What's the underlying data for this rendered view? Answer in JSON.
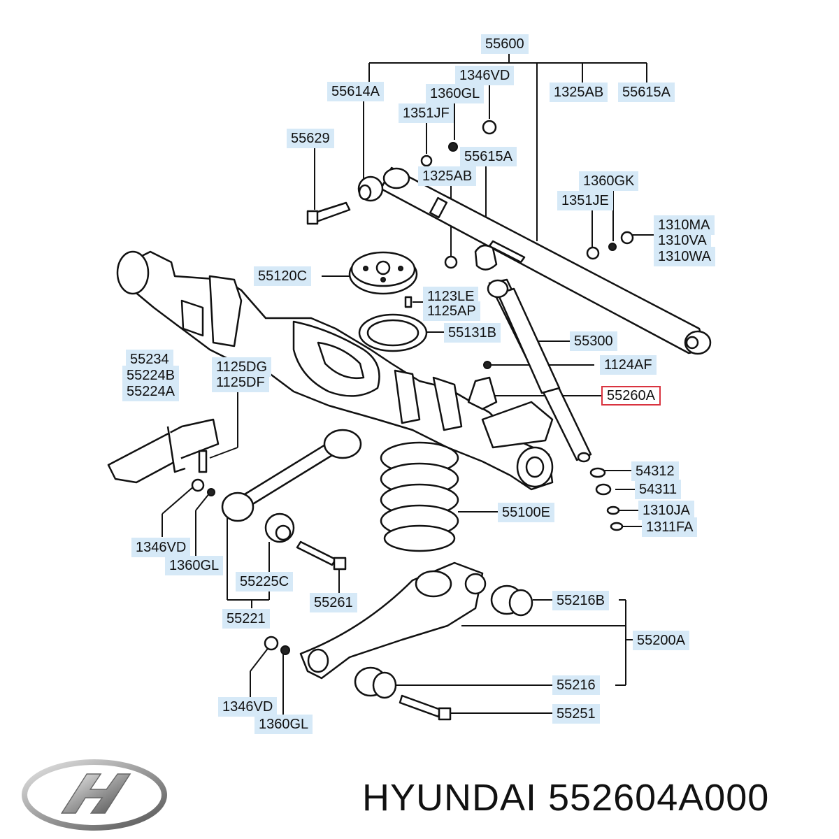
{
  "labels": {
    "p55600": "55600",
    "p55614A": "55614A",
    "p1346VD_top": "1346VD",
    "p1360GL_top": "1360GL",
    "p1325AB_top": "1325AB",
    "p55615A_top": "55615A",
    "p1351JF": "1351JF",
    "p55629": "55629",
    "p55615A_mid": "55615A",
    "p1325AB_mid": "1325AB",
    "p1360GK": "1360GK",
    "p1351JE": "1351JE",
    "p1310MA": "1310MA",
    "p1310VA": "1310VA",
    "p1310WA": "1310WA",
    "p55120C": "55120C",
    "p1123LE": "1123LE",
    "p1125AP": "1125AP",
    "p55131B": "55131B",
    "p55300": "55300",
    "p55234": "55234",
    "p55224B": "55224B",
    "p55224A": "55224A",
    "p1125DG": "1125DG",
    "p1125DF": "1125DF",
    "p1124AF": "1124AF",
    "p55260A": "55260A",
    "p54312": "54312",
    "p54311": "54311",
    "p1310JA": "1310JA",
    "p1311FA": "1311FA",
    "p55100E": "55100E",
    "p1346VD_left": "1346VD",
    "p1360GL_left": "1360GL",
    "p55225C": "55225C",
    "p55221": "55221",
    "p55261": "55261",
    "p55216B": "55216B",
    "p55200A": "55200A",
    "p55216": "55216",
    "p55251": "55251",
    "p1346VD_bottom": "1346VD",
    "p1360GL_bottom": "1360GL"
  },
  "highlighted_part": "55260A",
  "brand": {
    "text": "HYUNDAI 552604A000",
    "logo_icon": "hyundai-logo-icon"
  },
  "colors": {
    "label_background": "#d6e9f7",
    "highlight_border": "#d9333f",
    "line": "#111111"
  }
}
